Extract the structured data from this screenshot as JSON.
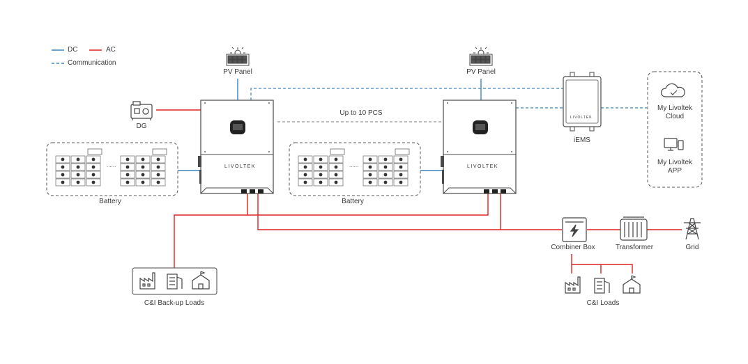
{
  "legend": {
    "dc": "DC",
    "ac": "AC",
    "communication": "Communication"
  },
  "colors": {
    "dc": "#3b84c4",
    "ac": "#e02020",
    "communication": "#3b84c4",
    "equipment_stroke": "#4a4a4a",
    "inverter_fill": "#ffffff",
    "screen": "#222222"
  },
  "pv_left": {
    "label": "PV Panel",
    "icon": "solar-panel-icon"
  },
  "pv_right": {
    "label": "PV Panel",
    "icon": "solar-panel-icon"
  },
  "dg": {
    "label": "DG",
    "icon": "diesel-generator-icon"
  },
  "inverter_left": {
    "brand": "LIVOLTEK"
  },
  "inverter_right": {
    "brand": "LIVOLTEK"
  },
  "battery_left": {
    "label": "Battery",
    "dots": "......"
  },
  "battery_right": {
    "label": "Battery",
    "dots": "......"
  },
  "pcs_label": "Up to 10 PCS",
  "iems": {
    "label": "iEMS",
    "brand": "LIVOLTEK"
  },
  "cloud": {
    "label": "My Livoltek Cloud",
    "icon": "cloud-check-icon"
  },
  "app": {
    "label": "My Livoltek APP",
    "icon": "devices-icon"
  },
  "backup_loads": {
    "label": "C&I Back-up Loads",
    "icons": [
      "factory-icon",
      "building-icon",
      "school-icon"
    ]
  },
  "combiner": {
    "label": "Combiner Box",
    "icon": "lightning-icon"
  },
  "transformer": {
    "label": "Transformer",
    "icon": "transformer-icon"
  },
  "grid": {
    "label": "Grid",
    "icon": "transmission-tower-icon"
  },
  "ci_loads": {
    "label": "C&I Loads",
    "icons": [
      "factory-icon",
      "building-icon",
      "school-icon"
    ]
  }
}
